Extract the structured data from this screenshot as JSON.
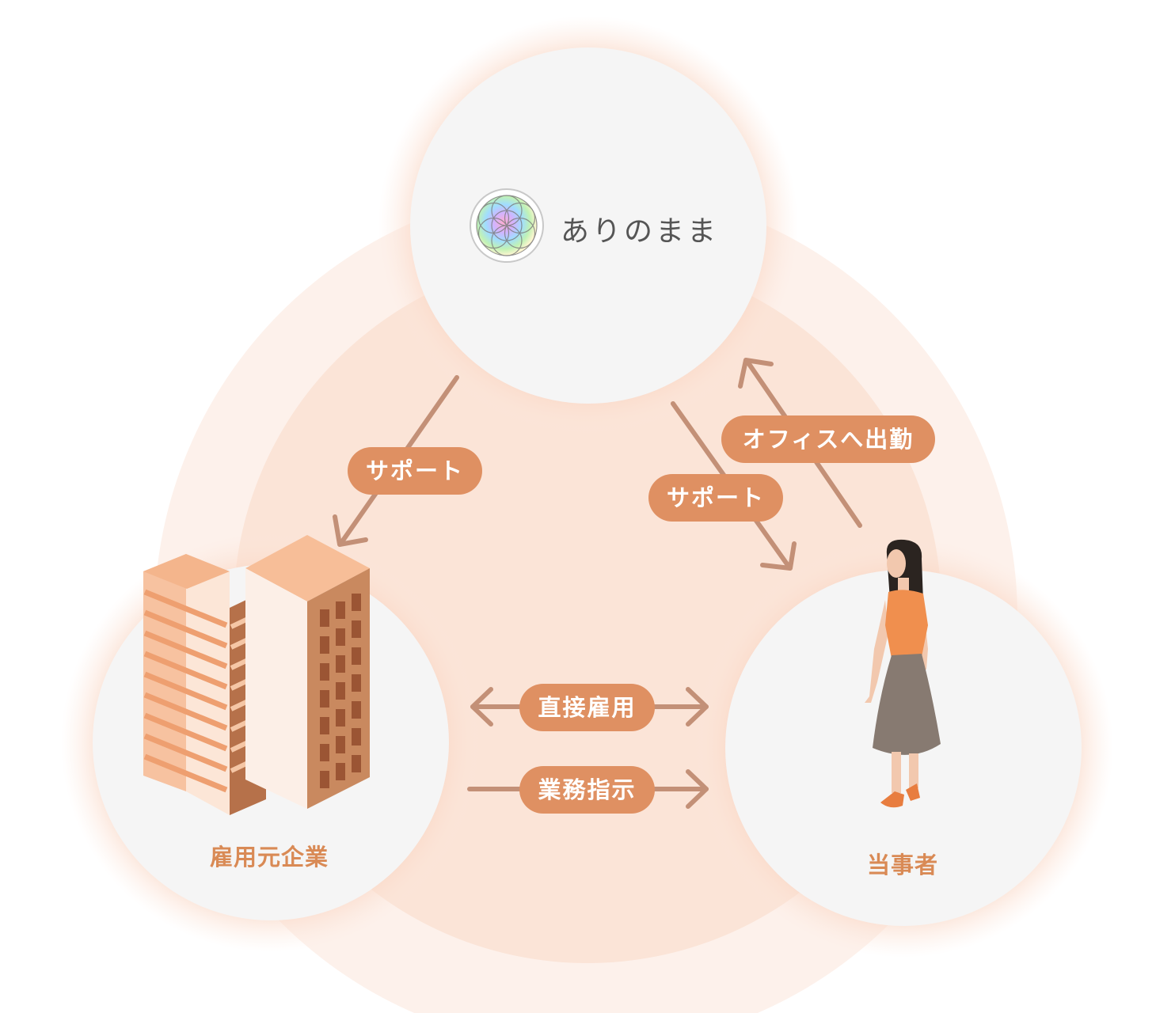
{
  "nodes": {
    "brand": {
      "name": "ありのまま"
    },
    "company": {
      "label": "雇用元企業"
    },
    "person": {
      "label": "当事者"
    }
  },
  "links": {
    "brand_to_company": "サポート",
    "brand_to_person": "サポート",
    "person_to_brand": "オフィスへ出勤",
    "direct_employment": "直接雇用",
    "work_instruction": "業務指示"
  },
  "colors": {
    "accent": "#df9062",
    "arrow": "#c39077",
    "node_fill": "#f5f5f5",
    "halo": "#fce6da"
  }
}
